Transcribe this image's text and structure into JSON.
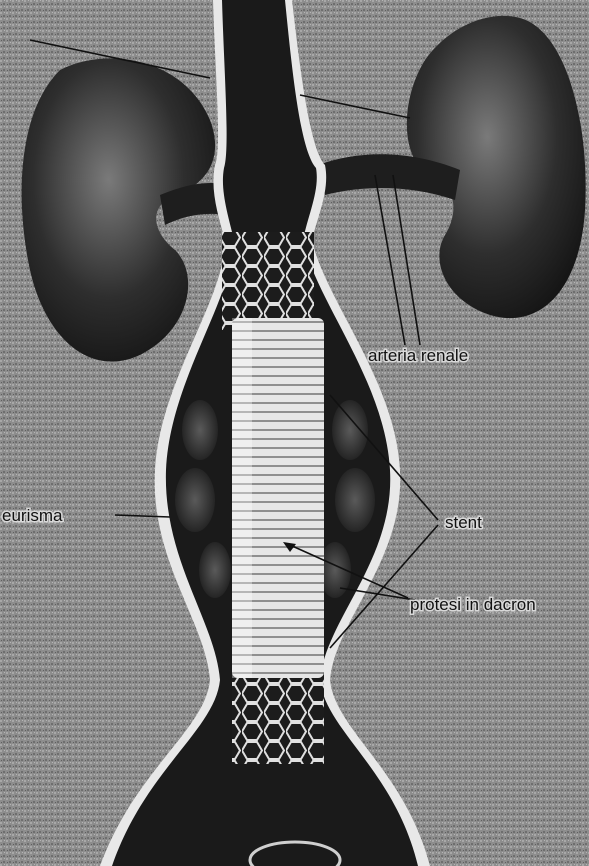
{
  "labels": {
    "renal_artery": "arteria renale",
    "aneurysm": "eurisma",
    "stent": "stent",
    "prosthesis": "protesi in dacron"
  },
  "colors": {
    "background": "#8a8a8a",
    "vessel_dark": "#1a1a1a",
    "kidney": "#3a3a3a",
    "graft": "#d6d6d6",
    "stent_mesh": "#2a2a2a"
  }
}
